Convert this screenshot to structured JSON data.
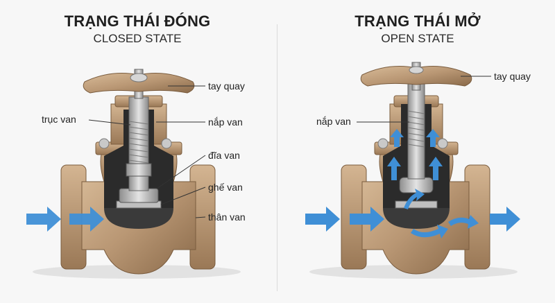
{
  "closed": {
    "title": "TRẠNG THÁI ĐÓNG",
    "subtitle": "CLOSED STATE",
    "labels": {
      "handwheel": "tay quay",
      "stem": "trục van",
      "bonnet": "nắp van",
      "disc": "đĩa van",
      "seat": "ghế van",
      "body": "thân van"
    }
  },
  "open": {
    "title": "TRẠNG THÁI MỞ",
    "subtitle": "OPEN STATE",
    "labels": {
      "handwheel": "tay quay",
      "bonnet": "nắp van"
    }
  },
  "colors": {
    "bronze": "#b99774",
    "bronze_dark": "#8a6a4a",
    "flow_arrow": "#3f8fd6",
    "cutaway": "#2b2b2b"
  },
  "icons": [
    "flow-arrow-icon",
    "handwheel-icon"
  ]
}
